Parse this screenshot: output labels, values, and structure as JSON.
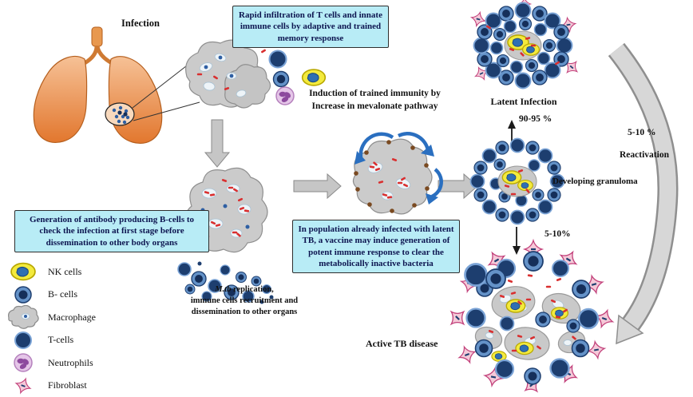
{
  "labels": {
    "infection": "Infection",
    "latent_infection": "Latent Infection",
    "percent_90_95": "90-95 %",
    "developing_granuloma": "Developing granuloma",
    "percent_5_10_reactivation": "5-10 %",
    "reactivation": "Reactivation",
    "percent_5_10_progression": "5-10%",
    "active_tb_disease": "Active TB disease"
  },
  "callouts": {
    "top": "Rapid infiltration of T cells and innate immune cells by adaptive and trained memory response",
    "left": "Generation of antibody producing B-cells to check the infection at first stage before dissemination to other body organs",
    "middle": "In population already infected with latent TB, a vaccine may induce generation of potent immune response to clear the metabolically inactive bacteria"
  },
  "annotations": {
    "induction_line1": "Induction of trained immunity by",
    "induction_line2": "Increase in mevalonate pathway",
    "mtb_italic": "M.tb",
    "mtb_after": " replication,",
    "mtb_line2": "immune cells recruitment and",
    "mtb_line3": "dissemination to other organs"
  },
  "legend": {
    "items": [
      {
        "label": "NK cells",
        "icon": "nk-cell-icon"
      },
      {
        "label": "B- cells",
        "icon": "b-cell-icon"
      },
      {
        "label": "Macrophage",
        "icon": "macrophage-icon"
      },
      {
        "label": "T-cells",
        "icon": "t-cell-icon"
      },
      {
        "label": "Neutrophils",
        "icon": "neutrophil-icon"
      },
      {
        "label": "Fibroblast",
        "icon": "fibroblast-icon"
      }
    ]
  },
  "colors": {
    "callout_bg": "#b8ecf6",
    "lung_orange": "#e2772e",
    "cell_navy": "#1d3e6f",
    "cell_blue": "#6492c8",
    "nk_yellow": "#f3ea3d",
    "bacteria_red": "#d92f2f",
    "macrophage_gray": "#c9c9c9",
    "neutrophil_pink": "#e5c6e8",
    "fibroblast_pink": "#f5c9d8",
    "arrow_blue": "#2a6fc0"
  }
}
